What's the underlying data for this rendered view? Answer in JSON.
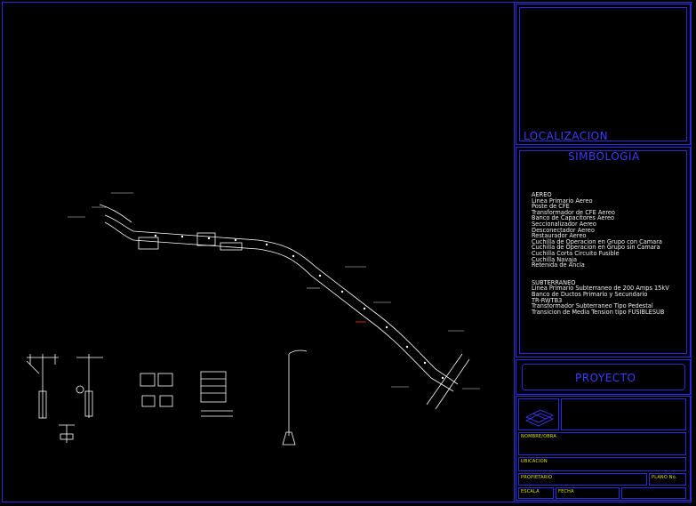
{
  "sidebar": {
    "localizacion_title": "LOCALIZACION",
    "simbologia_title": "SIMBOLOGIA",
    "aereo_heading": "AEREO",
    "aereo_items": [
      "Linea Primario Aereo",
      "Poste de CFE",
      "Transformador de CFE Aereo",
      "Banco de Capacitores Aereo",
      "Seccionalizador Aereo",
      "Desconectador Aereo",
      "Restaurador Aereo",
      "Cuchilla de Operacion en Grupo con Camara",
      "Cuchilla de Operacion en Grupo sin Camara",
      "Cuchilla Corta Circuito Fusible",
      "Cuchilla Navaja",
      "Retenida de Ancla"
    ],
    "subterraneo_heading": "SUBTERRANEO",
    "subterraneo_items": [
      "Linea Primario Subterraneo de 200 Amps 15kV",
      "Banco de Ductos Primario y Secundario",
      "TR-RWTB3",
      "Transformador Subterraneo Tipo Pedestal",
      "Transicion de Media Tension tipo FUSIBLESUB"
    ],
    "proyecto_title": "PROYECTO",
    "title_block": {
      "field1": "NOMBRE/OBRA",
      "field2": "UBICACION",
      "field3": "PROPIETARIO",
      "field4": "PLANO No.",
      "field5": "ESCALA",
      "field6": "FECHA"
    }
  },
  "colors": {
    "border": "#2a2ae0",
    "title_blue": "#3b3bff",
    "drawing": "#ffffff",
    "annotation": "#e0e000",
    "accent": "#ff3030"
  }
}
